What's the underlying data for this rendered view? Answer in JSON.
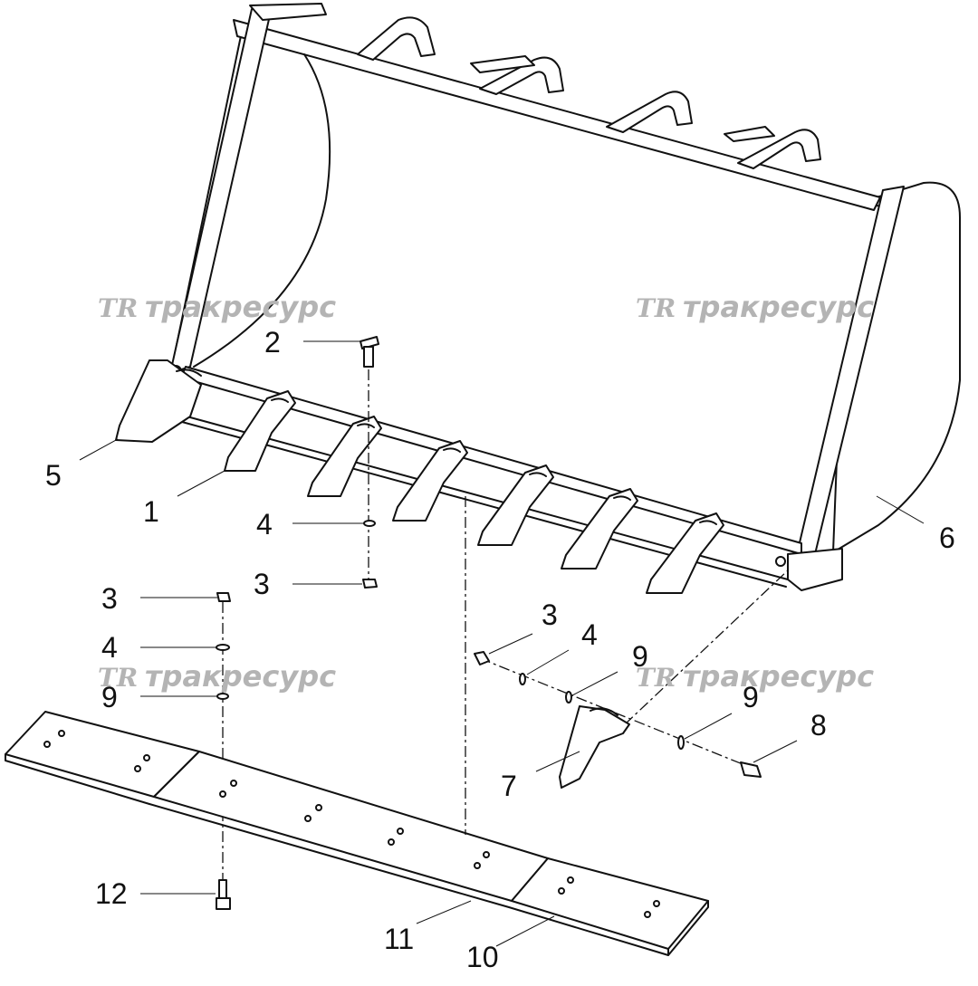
{
  "callouts": {
    "c1": "1",
    "c2": "2",
    "c3a": "3",
    "c3b": "3",
    "c3c": "3",
    "c4a": "4",
    "c4b": "4",
    "c4c": "4",
    "c5": "5",
    "c6": "6",
    "c7": "7",
    "c8": "8",
    "c9a": "9",
    "c9b": "9",
    "c9c": "9",
    "c10": "10",
    "c11": "11",
    "c12": "12"
  },
  "watermark": {
    "logo": "TR",
    "text": "тракресурс"
  }
}
